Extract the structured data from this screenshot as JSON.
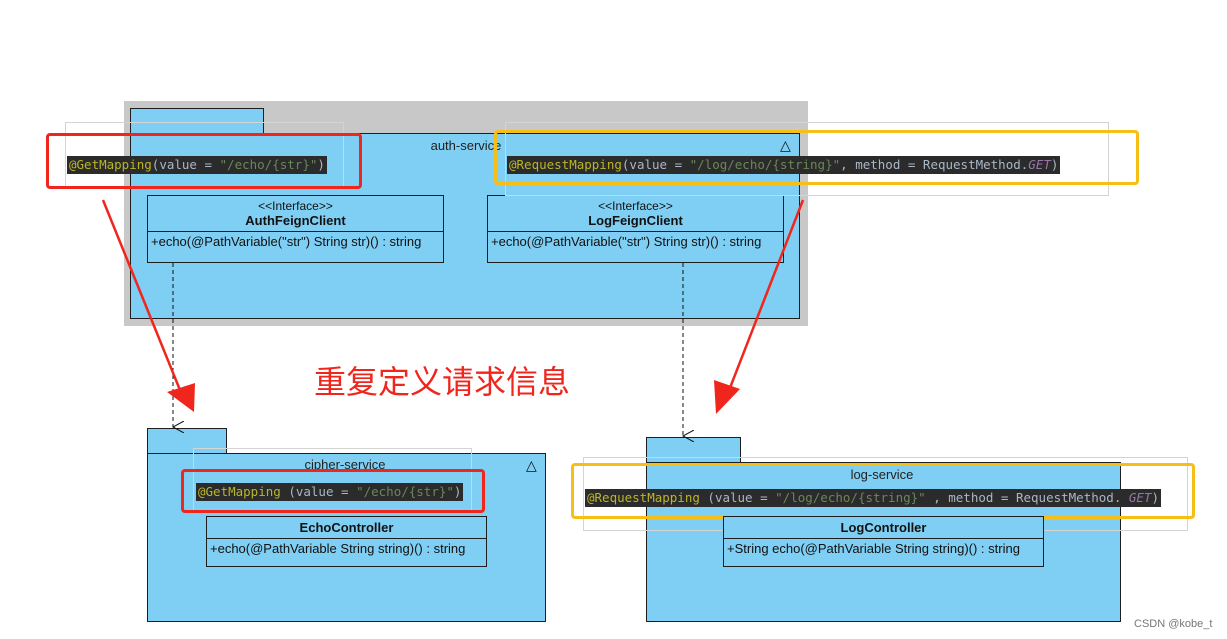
{
  "packages": {
    "auth": {
      "title": "auth-service",
      "classes": {
        "auth_client": {
          "stereotype": "<<Interface>>",
          "name": "AuthFeignClient",
          "operation": "+echo(@PathVariable(\"str\") String str)() : string"
        },
        "log_client": {
          "stereotype": "<<Interface>>",
          "name": "LogFeignClient",
          "operation": "+echo(@PathVariable(\"str\") String str)() : string"
        }
      }
    },
    "cipher": {
      "title": "cipher-service",
      "class": {
        "name": "EchoController",
        "operation": "+echo(@PathVariable String string)() : string"
      }
    },
    "log": {
      "title": "log-service",
      "class": {
        "name": "LogController",
        "operation": "+String echo(@PathVariable String string)() : string"
      }
    }
  },
  "code_snippets": {
    "auth_get": {
      "annotation": "@GetMapping",
      "open": "(value = ",
      "string": "\"/echo/{str}\"",
      "close": ")"
    },
    "auth_request": {
      "annotation": "@RequestMapping",
      "open": "(value = ",
      "string": "\"/log/echo/{string}\"",
      "mid": ", method = RequestMethod.",
      "constant": "GET",
      "close": ")"
    },
    "cipher_get": {
      "annotation": "@GetMapping",
      "open": " (value = ",
      "string": "\"/echo/{str}\"",
      "close": ")"
    },
    "log_request": {
      "annotation": "@RequestMapping",
      "open": " (value = ",
      "string": "\"/log/echo/{string}\"",
      "mid": " , method = RequestMethod. ",
      "constant": "GET",
      "close": ")"
    }
  },
  "caption": "重复定义请求信息",
  "watermark": "CSDN @kobe_t",
  "colors": {
    "package_fill": "#7ecff3",
    "highlight_red": "#f0261d",
    "highlight_yellow": "#f7be16",
    "code_background": "#2b2b2b",
    "caption": "#f0261d"
  },
  "icons": {
    "package_marker": "triangle-icon"
  }
}
